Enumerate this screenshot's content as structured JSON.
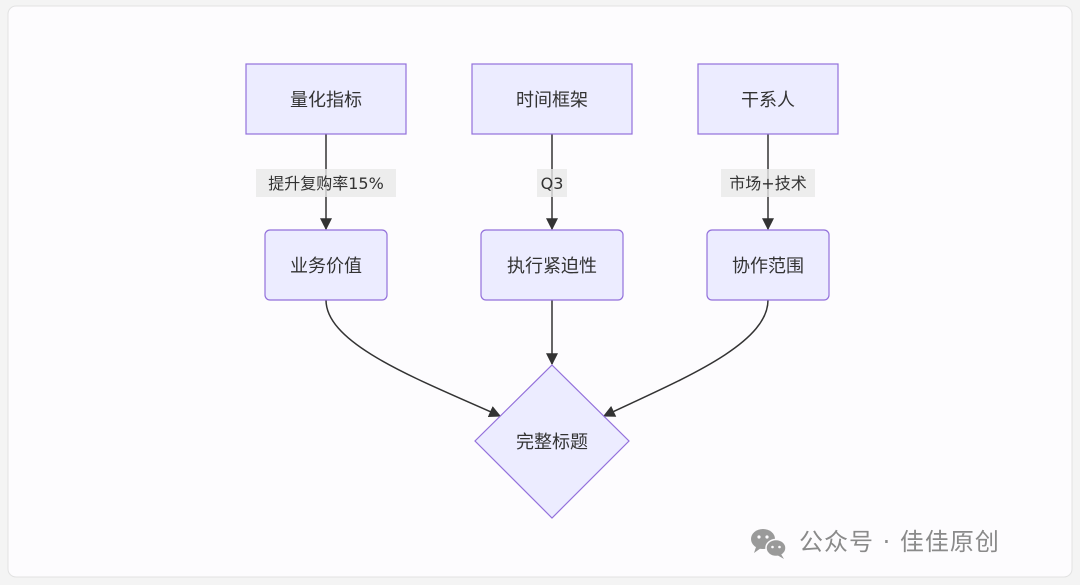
{
  "diagram": {
    "nodes": {
      "metric": {
        "label": "量化指标"
      },
      "timeframe": {
        "label": "时间框架"
      },
      "stakeholders": {
        "label": "干系人"
      },
      "business_value": {
        "label": "业务价值"
      },
      "urgency": {
        "label": "执行紧迫性"
      },
      "collaboration": {
        "label": "协作范围"
      },
      "full_title": {
        "label": "完整标题"
      }
    },
    "edges": [
      {
        "from": "metric",
        "to": "business_value",
        "label": "提升复购率15%"
      },
      {
        "from": "timeframe",
        "to": "urgency",
        "label": "Q3"
      },
      {
        "from": "stakeholders",
        "to": "collaboration",
        "label": "市场+技术"
      },
      {
        "from": "business_value",
        "to": "full_title",
        "label": ""
      },
      {
        "from": "urgency",
        "to": "full_title",
        "label": ""
      },
      {
        "from": "collaboration",
        "to": "full_title",
        "label": ""
      }
    ]
  },
  "watermark": {
    "text": "公众号 · 佳佳原创",
    "icon": "wechat-icon"
  },
  "colors": {
    "node_fill": "#ececff",
    "node_stroke": "#9370db",
    "edge": "#333333",
    "label_bg": "#e8e8e8",
    "card_bg": "#fdfcfe"
  }
}
